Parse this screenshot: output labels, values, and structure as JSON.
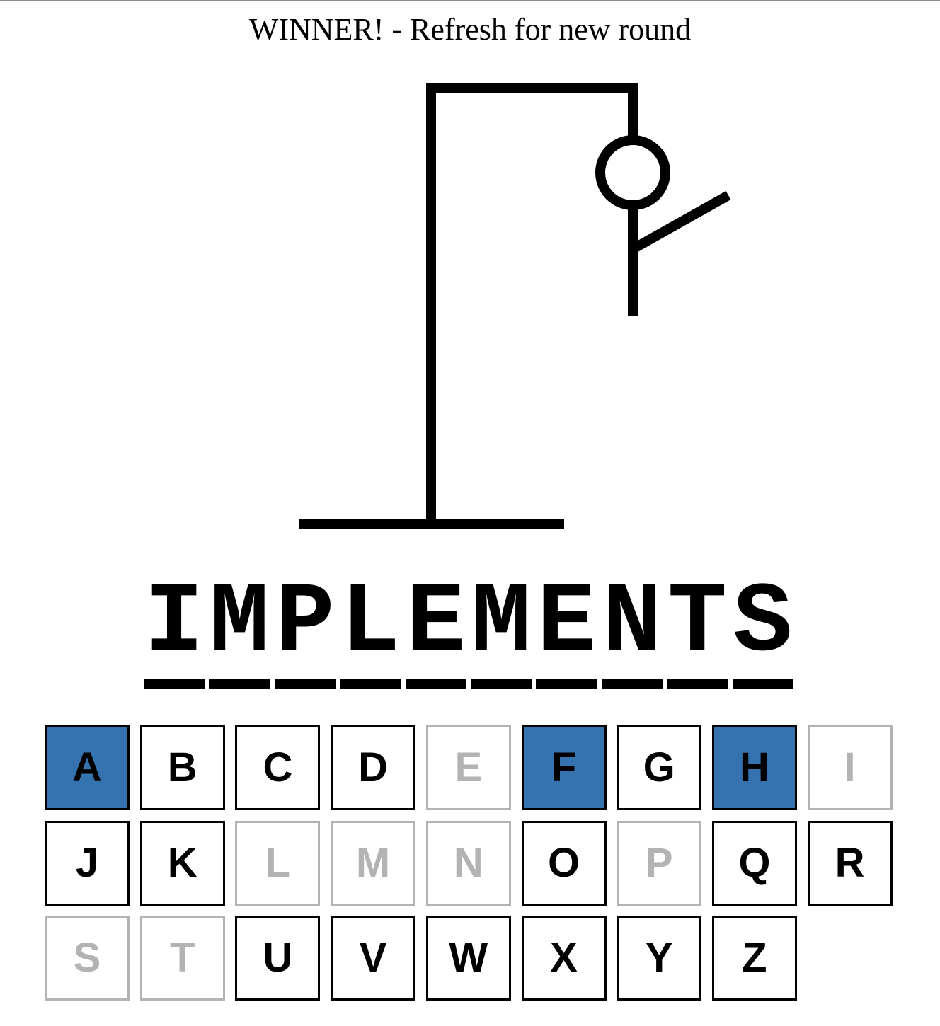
{
  "status_message": "WINNER! - Refresh for new round",
  "game": {
    "word": [
      "I",
      "M",
      "P",
      "L",
      "E",
      "M",
      "E",
      "N",
      "T",
      "S"
    ],
    "wrong_guess_count": 3,
    "colors": {
      "correct_key": "#3572b0",
      "wrong_key": "#b3b3b3",
      "available_key": "#000000"
    }
  },
  "keyboard": {
    "keys": [
      {
        "letter": "A",
        "state": "correct"
      },
      {
        "letter": "B",
        "state": "available"
      },
      {
        "letter": "C",
        "state": "available"
      },
      {
        "letter": "D",
        "state": "available"
      },
      {
        "letter": "E",
        "state": "wrong"
      },
      {
        "letter": "F",
        "state": "correct"
      },
      {
        "letter": "G",
        "state": "available"
      },
      {
        "letter": "H",
        "state": "correct"
      },
      {
        "letter": "I",
        "state": "wrong"
      },
      {
        "letter": "J",
        "state": "available"
      },
      {
        "letter": "K",
        "state": "available"
      },
      {
        "letter": "L",
        "state": "wrong"
      },
      {
        "letter": "M",
        "state": "wrong"
      },
      {
        "letter": "N",
        "state": "wrong"
      },
      {
        "letter": "O",
        "state": "available"
      },
      {
        "letter": "P",
        "state": "wrong"
      },
      {
        "letter": "Q",
        "state": "available"
      },
      {
        "letter": "R",
        "state": "available"
      },
      {
        "letter": "S",
        "state": "wrong"
      },
      {
        "letter": "T",
        "state": "wrong"
      },
      {
        "letter": "U",
        "state": "available"
      },
      {
        "letter": "V",
        "state": "available"
      },
      {
        "letter": "W",
        "state": "available"
      },
      {
        "letter": "X",
        "state": "available"
      },
      {
        "letter": "Y",
        "state": "available"
      },
      {
        "letter": "Z",
        "state": "available"
      }
    ]
  }
}
